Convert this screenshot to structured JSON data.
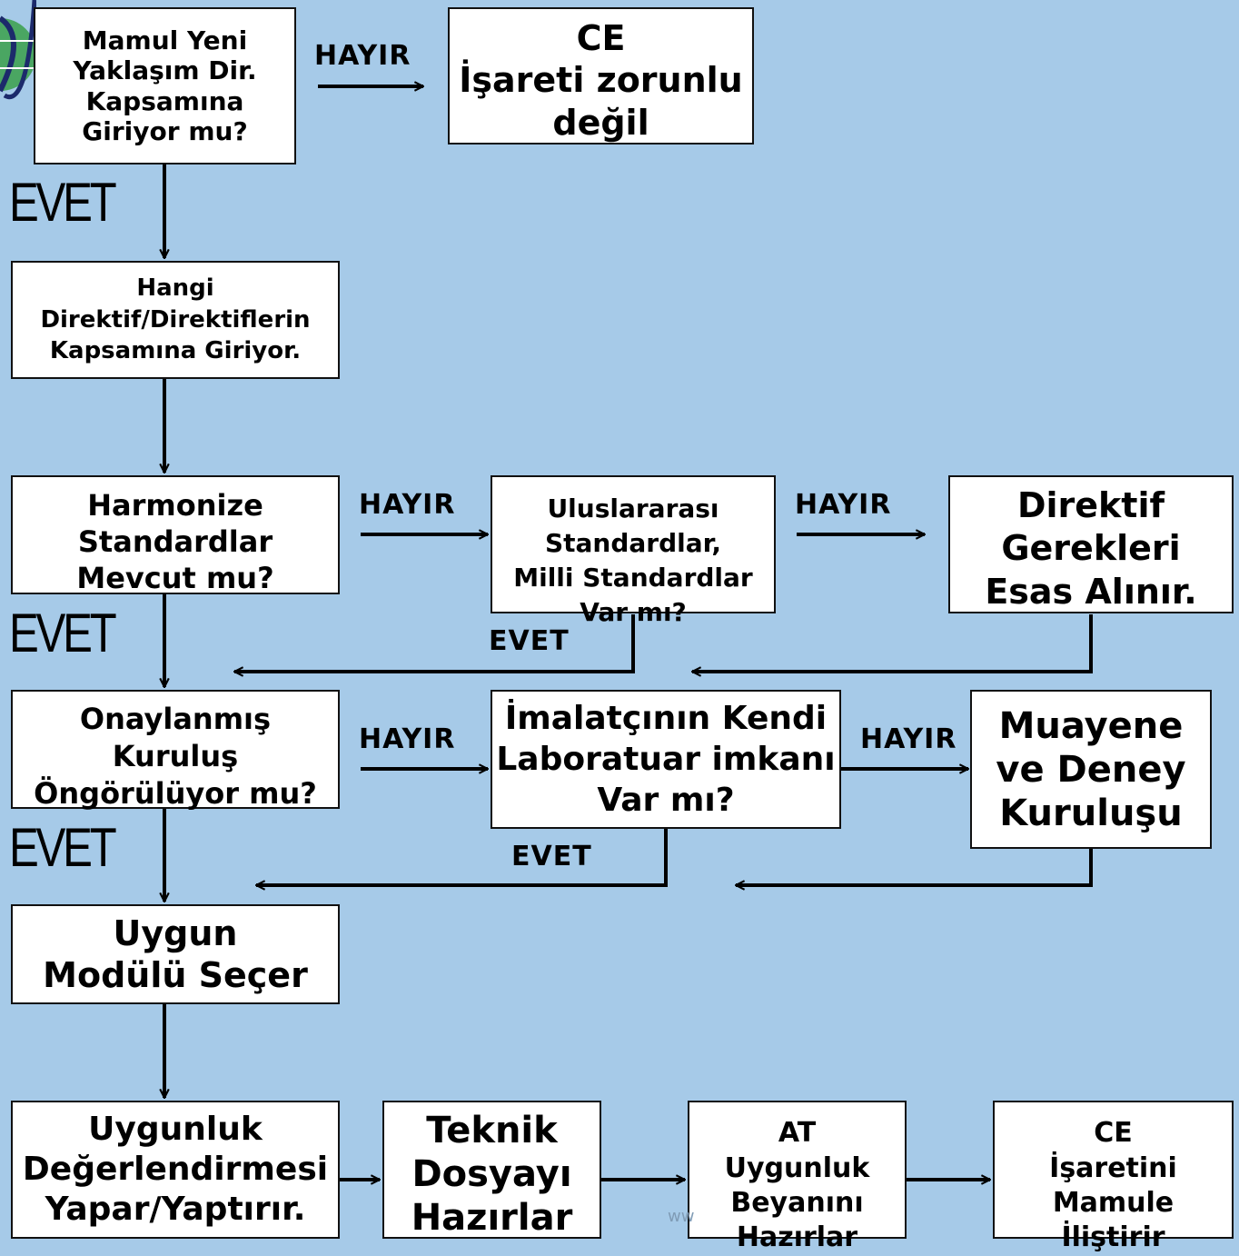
{
  "boxes": {
    "mamul": "Mamul Yeni\nYaklaşım Dir.\nKapsamına\nGiriyor mu?",
    "ce_zorunlu": "CE\nİşareti zorunlu\ndeğil",
    "hangi": "Hangi\nDirektif/Direktiflerin\nKapsamına Giriyor.",
    "harmonize": "Harmonize\nStandardlar\nMevcut mu?",
    "uluslararasi": "Uluslararası\nStandardlar,\nMilli Standardlar\nVar mı?",
    "direktif": "Direktif\nGerekleri\nEsas Alınır.",
    "onaylanmis": "Onaylanmış\nKuruluş\nÖngörülüyor mu?",
    "imalatci": "İmalatçının Kendi\nLaboratuar imkanı\nVar mı?",
    "muayene": "Muayene\nve Deney\nKuruluşu",
    "uygun_modul": "Uygun\nModülü Seçer",
    "uygunluk": "Uygunluk\nDeğerlendirmesi\nYapar/Yaptırır.",
    "teknik": "Teknik\nDosyayı\nHazırlar",
    "at": "AT\nUygunluk\nBeyanını\nHazırlar",
    "ce_isaret": "CE\nİşaretini\nMamule\nİliştirir"
  },
  "labels": {
    "hayir": "HAYIR",
    "evet_big": "EVET",
    "evet_small": "EVET"
  },
  "watermark": "ww",
  "colors": {
    "background": "#a6cae8",
    "box_fill": "#ffffff",
    "line": "#000000",
    "logo_green": "#2e8b3c",
    "logo_navy": "#1c2a6b"
  }
}
